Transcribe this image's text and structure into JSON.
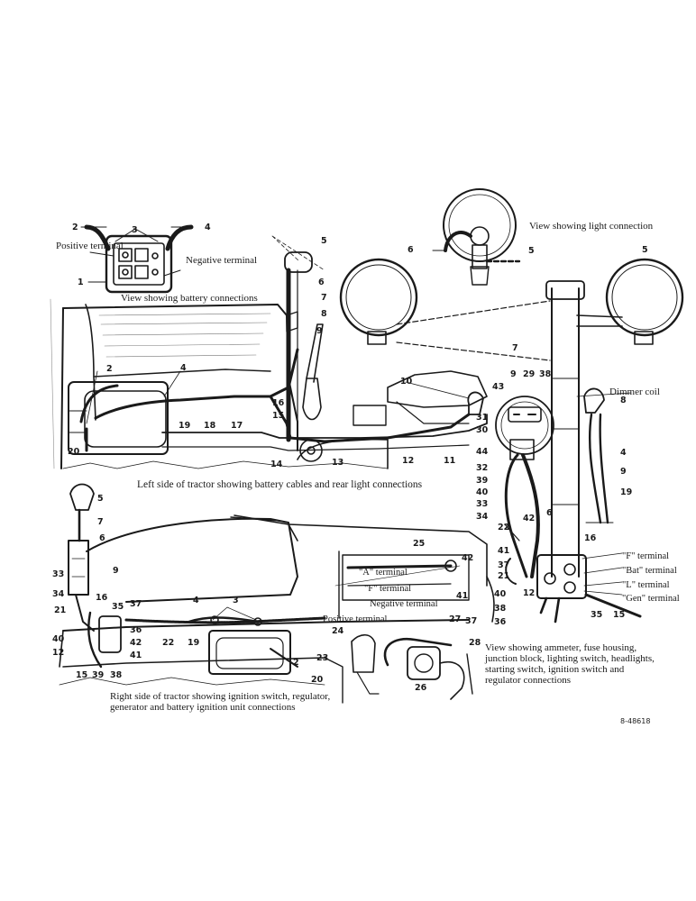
{
  "texts": {
    "view_battery": "View showing battery connections",
    "positive_terminal": "Positive terminal",
    "negative_terminal": "Negative terminal",
    "view_light": "View showing light connection",
    "dimmer_coil": "Dimmer coil",
    "caption_left": "Left side of tractor showing battery cables and rear light connections",
    "caption_right_1": "Right side of tractor showing ignition switch, regulator,",
    "caption_right_2": "generator and battery ignition unit connections",
    "a_terminal": "\"A\" terminal",
    "f_terminal_gen": "\"F\" terminal",
    "negative_terminal_2": "Negative terminal",
    "positive_terminal_2": "Positive terminal",
    "f_terminal": "\"F\" terminal",
    "bat_terminal": "\"Bat\" terminal",
    "l_terminal": "\"L\" terminal",
    "gen_terminal": "\"Gen\" terminal",
    "caption_ammeter_1": "View showing ammeter, fuse housing,",
    "caption_ammeter_2": "junction block, lighting switch, headlights,",
    "caption_ammeter_3": "starting switch, ignition switch and",
    "caption_ammeter_4": "regulator connections",
    "figure_code": "8-48618"
  },
  "callouts": {
    "battery": [
      "2",
      "3",
      "4",
      "1"
    ],
    "light_view": [
      "6",
      "5"
    ],
    "headlight_right": [
      "5"
    ],
    "left_side": [
      "5",
      "6",
      "7",
      "8",
      "9",
      "2",
      "4",
      "19",
      "18",
      "17",
      "16",
      "15",
      "20",
      "14",
      "13",
      "12",
      "11",
      "10"
    ],
    "dash": [
      "7",
      "9",
      "29",
      "38",
      "43",
      "31",
      "30",
      "44",
      "32",
      "39",
      "40",
      "33",
      "34",
      "6",
      "42",
      "22",
      "41",
      "37",
      "21",
      "40",
      "12",
      "38",
      "36",
      "35",
      "15",
      "8",
      "4",
      "9",
      "19",
      "16"
    ],
    "right_side": [
      "5",
      "7",
      "6",
      "9",
      "33",
      "34",
      "16",
      "35",
      "37",
      "21",
      "40",
      "12",
      "15",
      "39",
      "38",
      "41",
      "42",
      "36",
      "22",
      "4",
      "3",
      "19",
      "2",
      "23",
      "20",
      "24",
      "25",
      "42",
      "41",
      "27",
      "28",
      "37",
      "26"
    ]
  }
}
